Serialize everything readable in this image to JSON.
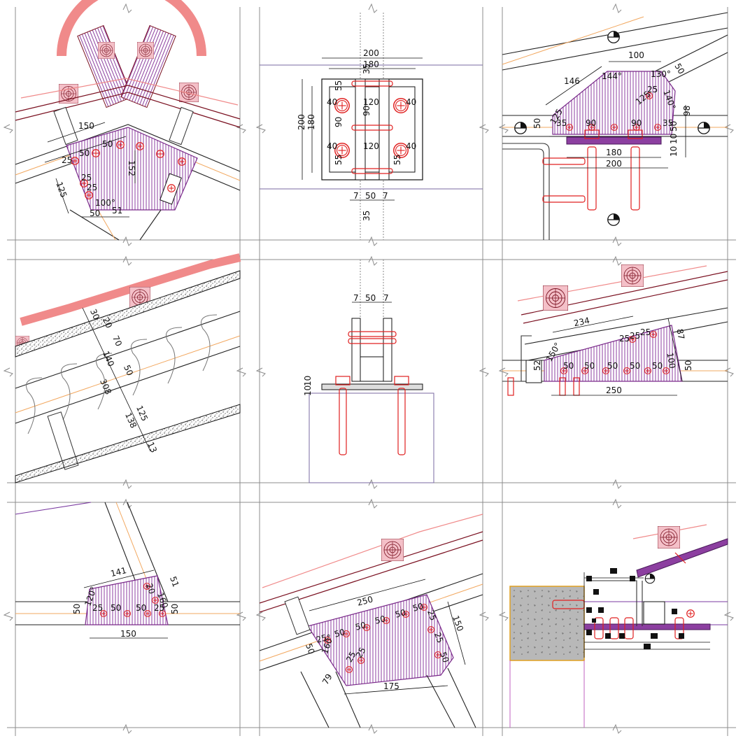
{
  "colors": {
    "timber_hatch": "#8c3fa0",
    "bolts": "#e02020",
    "roof_tiles": "#f08a8a",
    "axis_lines": "#f2a860",
    "concrete": "#b8b8b8",
    "grid": "#8c8c8c"
  },
  "icons": [
    "bolt-symbol",
    "section-marker",
    "wood-end-grain",
    "break-line"
  ],
  "panels": {
    "p1": {
      "dims": [
        "150",
        "25",
        "50",
        "50",
        "152",
        "125",
        "25",
        "25",
        "100°",
        "50",
        "51"
      ]
    },
    "p2": {
      "dims": [
        "200",
        "180",
        "35",
        "55",
        "40",
        "120",
        "40",
        "90",
        "90",
        "200",
        "180",
        "40",
        "120",
        "40",
        "55",
        "55",
        "7",
        "50",
        "7",
        "35"
      ]
    },
    "p3": {
      "dims": [
        "100",
        "146",
        "144°",
        "130°",
        "50",
        "125",
        "25",
        "140°",
        "50",
        "125",
        "35",
        "90",
        "90",
        "35",
        "50",
        "98",
        "10",
        "10",
        "180",
        "200"
      ]
    },
    "p4": {
      "dims": [
        "30",
        "20",
        "70",
        "140",
        "50",
        "308",
        "125",
        "138",
        "13"
      ]
    },
    "p5": {
      "dims": [
        "7",
        "50",
        "7",
        "10",
        "10"
      ]
    },
    "p6": {
      "dims": [
        "234",
        "25",
        "25",
        "25",
        "87",
        "150°",
        "52",
        "50",
        "50",
        "50",
        "50",
        "50",
        "100",
        "50",
        "250"
      ]
    },
    "p7": {
      "dims": [
        "141",
        "51",
        "120°",
        "20",
        "160",
        "50",
        "25",
        "50",
        "50",
        "25",
        "50",
        "150"
      ]
    },
    "p8": {
      "dims": [
        "250",
        "150",
        "50",
        "50",
        "50",
        "50",
        "50",
        "25",
        "25",
        "160°",
        "25",
        "25",
        "50",
        "25",
        "50",
        "79",
        "175"
      ]
    },
    "p9": {
      "dims": []
    }
  }
}
